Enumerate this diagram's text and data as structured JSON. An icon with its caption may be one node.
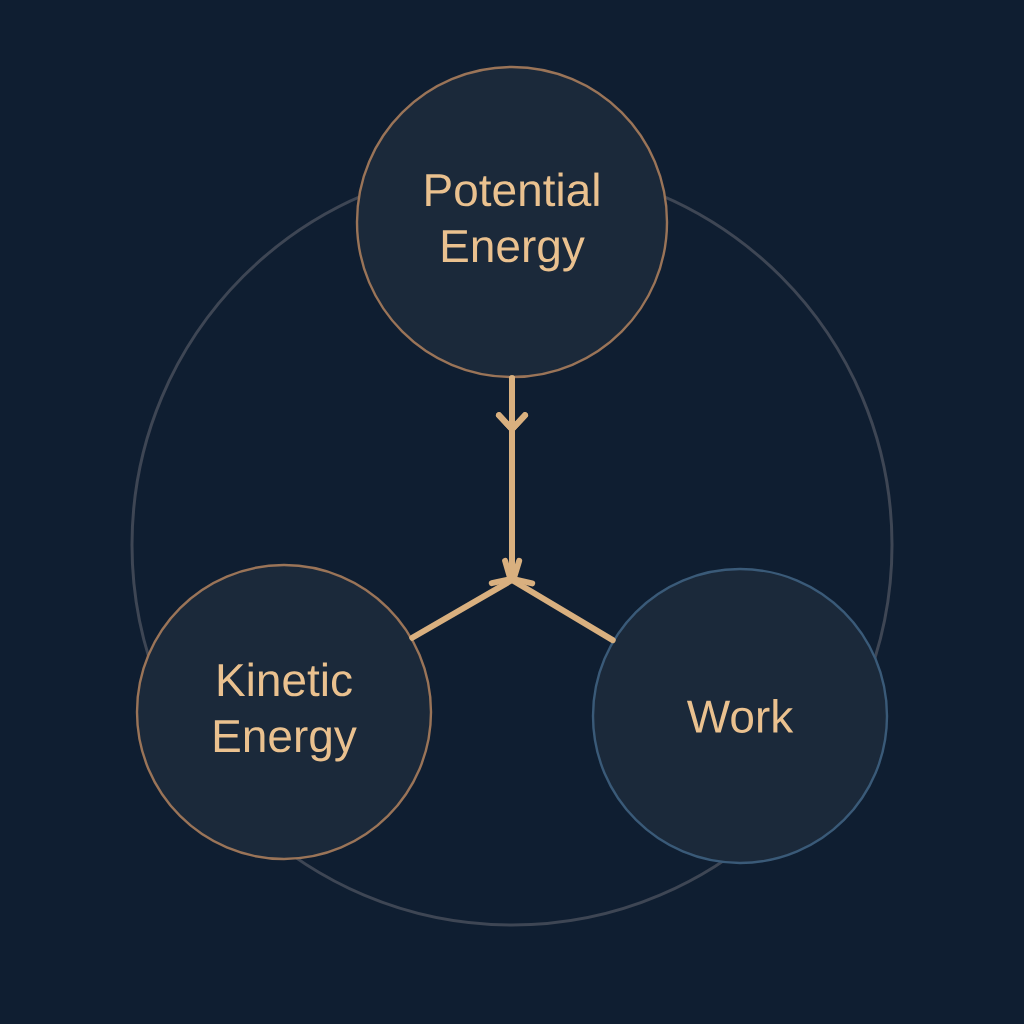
{
  "diagram": {
    "nodes": [
      {
        "text": [
          "Potential Energy"
        ]
      },
      {
        "text": [
          "Kinetic Energy"
        ]
      },
      {
        "text": [
          "Work"
        ]
      }
    ],
    "edges": [
      {
        "from": 0,
        "to": 1,
        "arrow": "to"
      },
      {
        "from": 0,
        "to": 2,
        "arrow": "to"
      }
    ]
  }
}
